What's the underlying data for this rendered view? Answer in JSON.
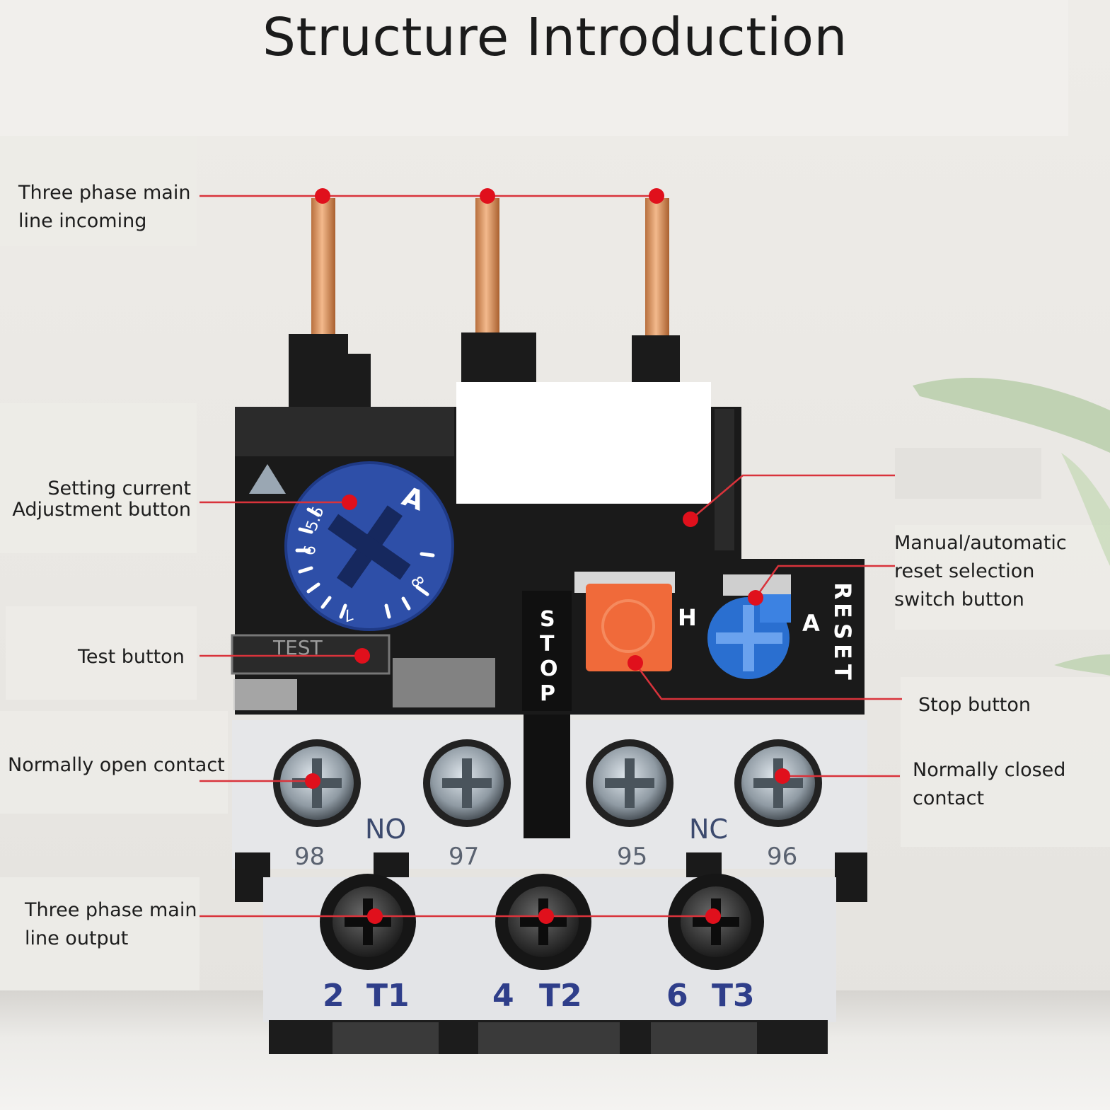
{
  "title": "Structure Introduction",
  "labels": {
    "incoming": "Three phase main\nline incoming",
    "setting": "Setting current\nAdjustment button",
    "test": "Test button",
    "no_contact": "Normally open contact",
    "output": "Three phase main\nline output",
    "reset_select": "Manual/automatic\nreset selection\nswitch button",
    "stop": "Stop button",
    "nc_contact": "Normally closed\ncontact"
  },
  "device": {
    "dial_letter": "A",
    "dial_numbers": [
      "5.5",
      "6",
      "7",
      "8"
    ],
    "test_text": "TEST",
    "stop_text": [
      "S",
      "T",
      "O",
      "P"
    ],
    "h_text": "H",
    "a_text": "A",
    "reset_text": [
      "R",
      "E",
      "S",
      "E",
      "T"
    ],
    "no_text": "NO",
    "nc_text": "NC",
    "terminal_numbers": [
      "98",
      "97",
      "95",
      "96"
    ],
    "output_labels": [
      "2",
      "T1",
      "4",
      "T2",
      "6",
      "T3"
    ]
  },
  "colors": {
    "leader": "#d9333b",
    "dot": "#e0101c",
    "dial": "#2e4fa8",
    "stop_button": "#f06a3a",
    "reset_knob": "#2a6fd0",
    "housing": "#1a1a1a"
  }
}
